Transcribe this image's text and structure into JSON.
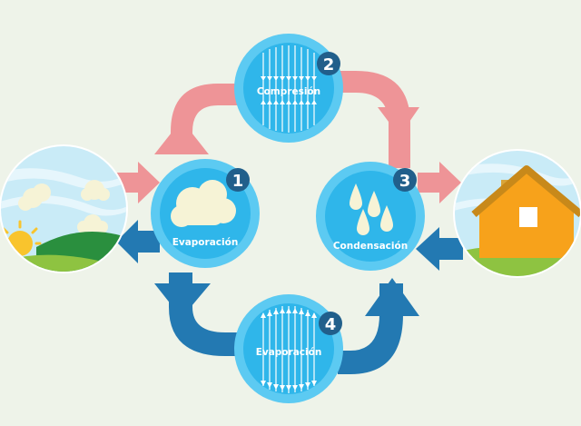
{
  "stages": [
    {
      "number": "1",
      "label": "Evaporación",
      "icon": "cloud-icon"
    },
    {
      "number": "2",
      "label": "Compresión",
      "icon": "compression-arrows-icon"
    },
    {
      "number": "3",
      "label": "Condensación",
      "icon": "water-drops-icon"
    },
    {
      "number": "4",
      "label": "Evaporación",
      "icon": "expansion-arrows-icon"
    }
  ],
  "scenes": {
    "left": {
      "icon": "outdoor-sky-sun-icon"
    },
    "right": {
      "icon": "house-icon"
    }
  },
  "colors": {
    "background": "#eef3e9",
    "hot_flow": "#ee9497",
    "cold_flow": "#2379b2",
    "stage_ring": "#5ccaf2",
    "stage_fill": "#2fb6ea",
    "badge": "#215f8b"
  }
}
